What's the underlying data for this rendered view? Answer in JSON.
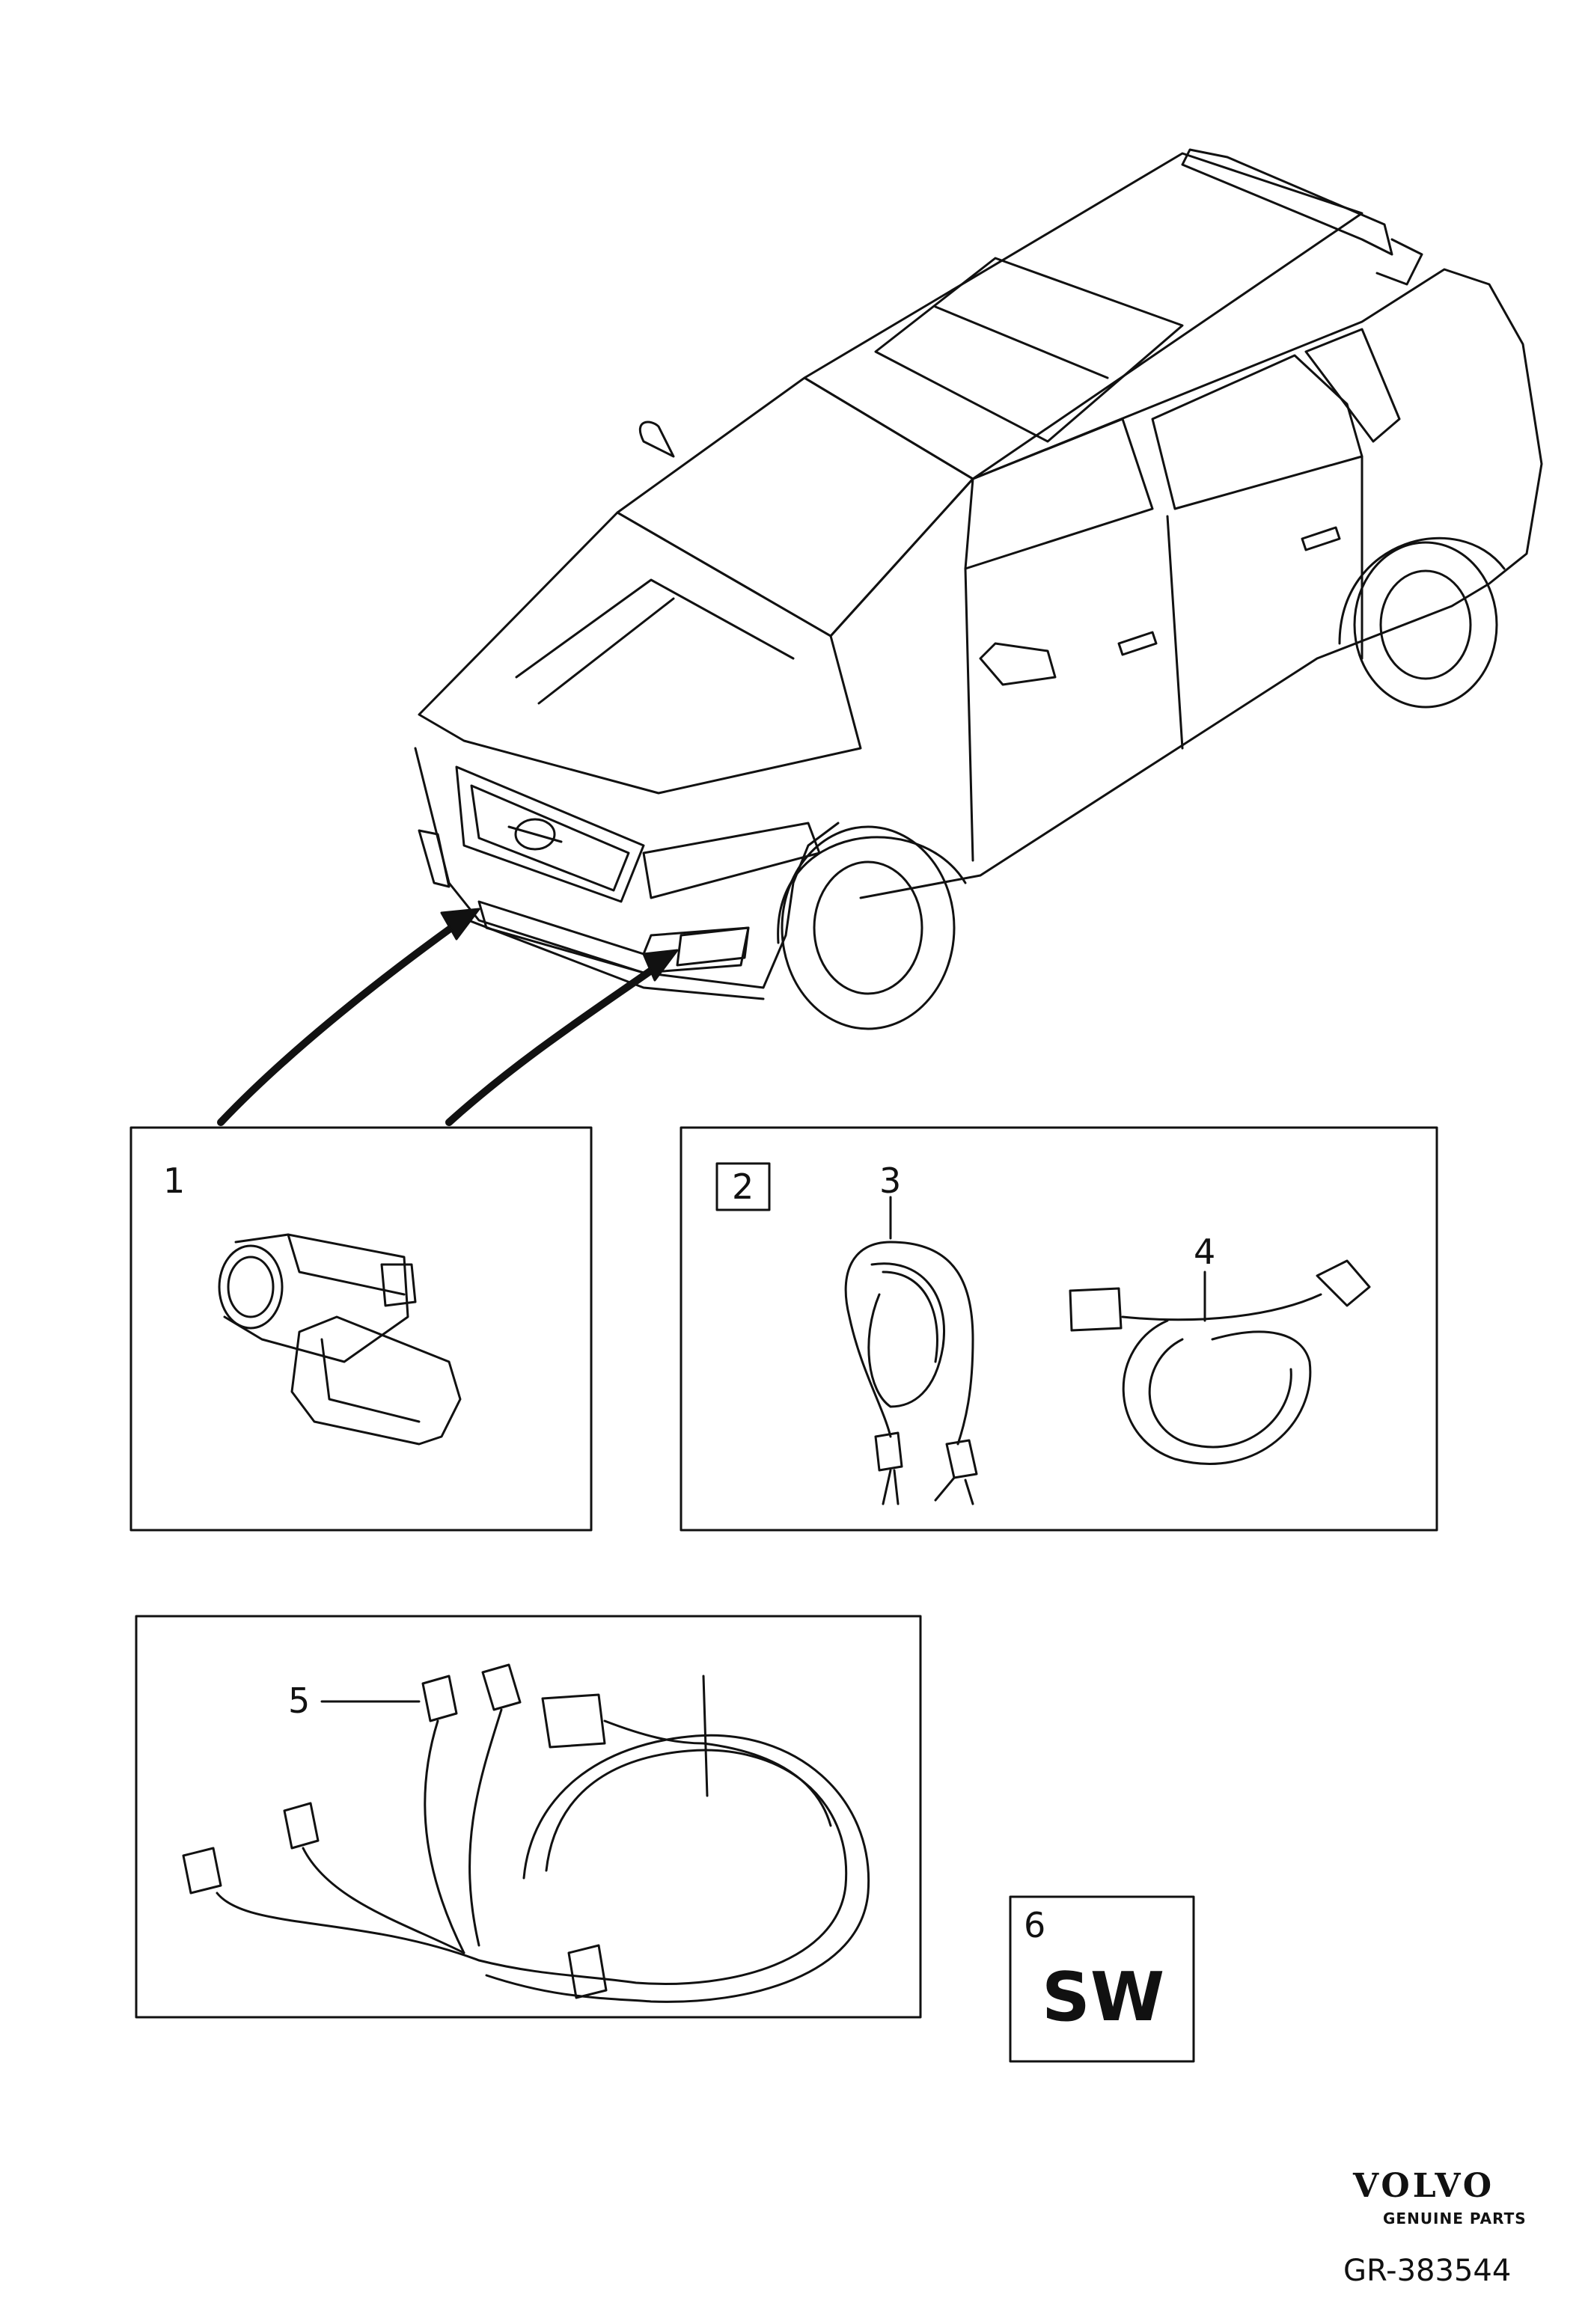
{
  "callouts": {
    "c1": "1",
    "c2": "2",
    "c3": "3",
    "c4": "4",
    "c5": "5",
    "c6": "6"
  },
  "software_label": "SW",
  "brand": {
    "name": "VOLVO",
    "tagline": "GENUINE PARTS"
  },
  "figure_id": "GR-383544"
}
